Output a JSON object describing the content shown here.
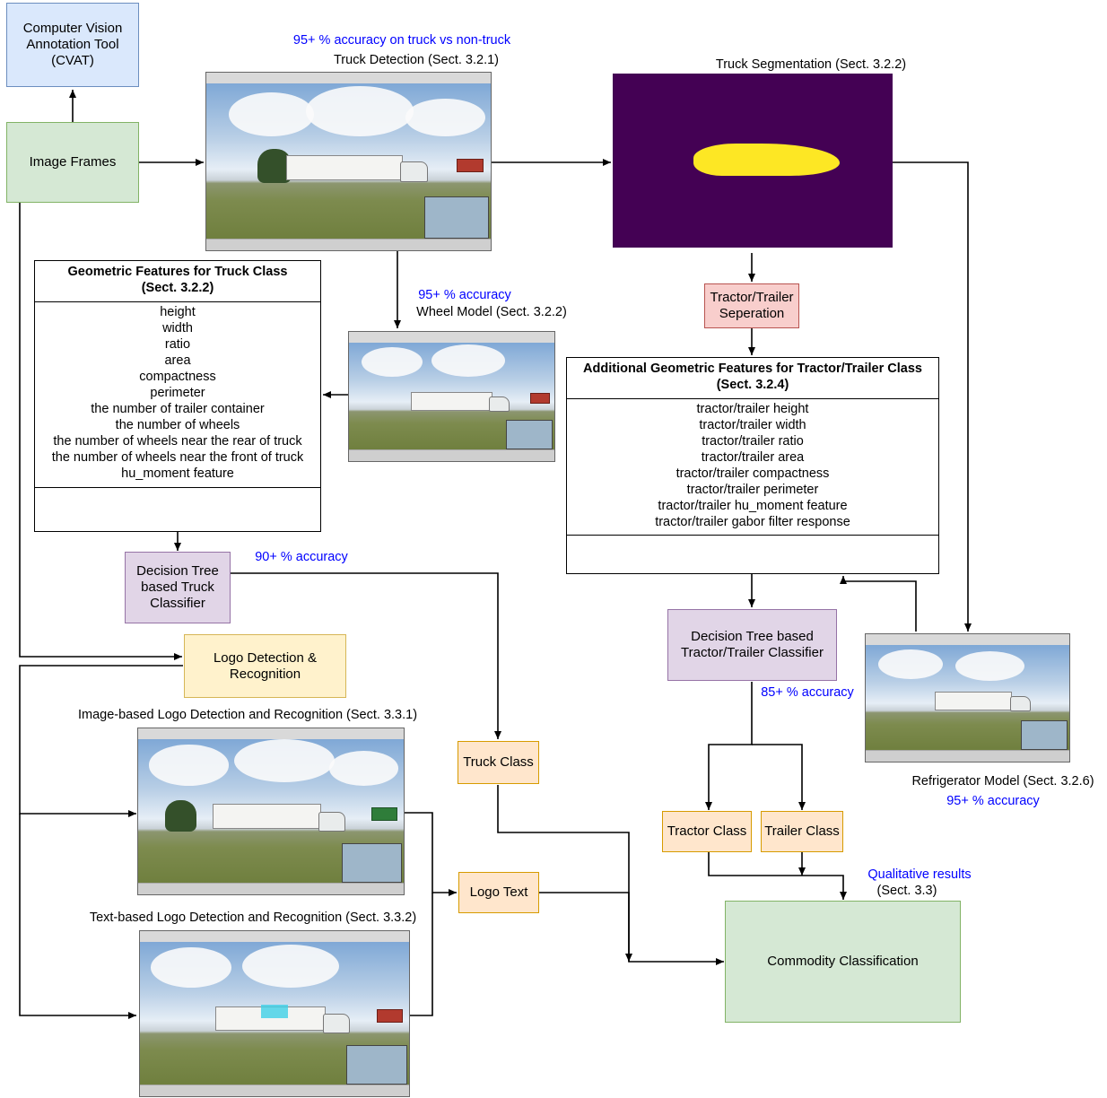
{
  "nodes": {
    "cvat": "Computer Vision Annotation Tool (CVAT)",
    "image_frames": "Image Frames",
    "tractor_trailer_sep": "Tractor/Trailer Seperation",
    "dt_truck": "Decision Tree based Truck Classifier",
    "logo_det": "Logo Detection & Recognition",
    "dt_tractor": "Decision Tree based Tractor/Trailer Classifier",
    "truck_class": "Truck Class",
    "logo_text": "Logo Text",
    "tractor_class": "Tractor Class",
    "trailer_class": "Trailer Class",
    "commodity": "Commodity Classification"
  },
  "labels": {
    "truck_detection_acc": "95+ % accuracy on truck vs non-truck",
    "truck_detection": "Truck Detection (Sect. 3.2.1)",
    "truck_segmentation": "Truck Segmentation (Sect. 3.2.2)",
    "wheel_acc": "95+ % accuracy",
    "wheel_model": "Wheel Model (Sect. 3.2.2)",
    "dt_truck_acc": "90+ % accuracy",
    "dt_tractor_acc": "85+ % accuracy",
    "refrigerator_model": "Refrigerator Model (Sect. 3.2.6)",
    "refrigerator_acc": "95+ % accuracy",
    "image_logo": "Image-based Logo Detection and Recognition (Sect. 3.3.1)",
    "text_logo": "Text-based Logo Detection and Recognition (Sect. 3.3.2)",
    "qualitative": "Qualitative results",
    "qualitative_sect": "(Sect. 3.3)"
  },
  "geometric_panel": {
    "title": "Geometric Features for Truck Class",
    "section": "(Sect. 3.2.2)",
    "items": [
      "height",
      "width",
      "ratio",
      "area",
      "compactness",
      "perimeter",
      "the number of trailer container",
      "the number of wheels",
      "the number of wheels near the rear of truck",
      "the number of wheels near the front of truck",
      "hu_moment feature"
    ]
  },
  "additional_panel": {
    "title": "Additional Geometric Features for Tractor/Trailer Class",
    "section": "(Sect. 3.2.4)",
    "items": [
      "tractor/trailer height",
      "tractor/trailer width",
      "tractor/trailer ratio",
      "tractor/trailer area",
      "tractor/trailer compactness",
      "tractor/trailer perimeter",
      "tractor/trailer hu_moment feature",
      "tractor/trailer gabor filter response"
    ]
  },
  "colors": {
    "blue_fill": "#dae8fc",
    "green_fill": "#d5e8d4",
    "red_fill": "#f8cecc",
    "purple_fill": "#e1d5e7",
    "yellow_fill": "#fff2cc",
    "orange_fill": "#ffe6cc",
    "accuracy_text": "#0000ff",
    "segmentation_bg": "#440154",
    "segmentation_fg": "#fde724"
  }
}
